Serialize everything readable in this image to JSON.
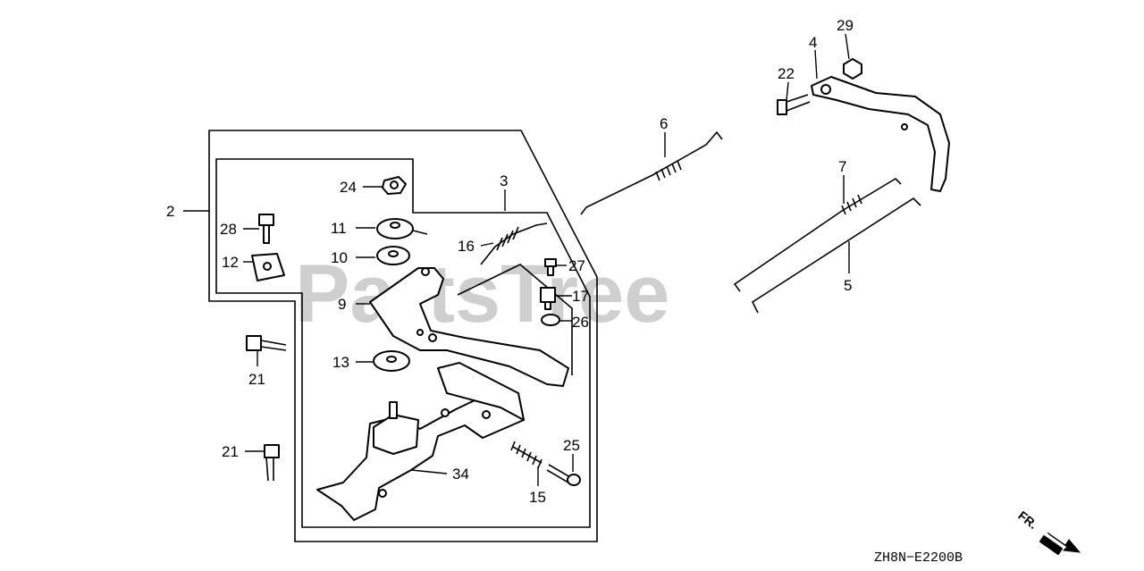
{
  "watermark": "PartsTree",
  "diagram_code": "ZH8N−E2200B",
  "front_indicator": "FR.",
  "callouts": {
    "c2": "2",
    "c3": "3",
    "c4": "4",
    "c5": "5",
    "c6": "6",
    "c7": "7",
    "c9": "9",
    "c10": "10",
    "c11": "11",
    "c12": "12",
    "c13": "13",
    "c15": "15",
    "c16": "16",
    "c17": "17",
    "c21a": "21",
    "c21b": "21",
    "c22": "22",
    "c24": "24",
    "c25": "25",
    "c26": "26",
    "c27": "27",
    "c28": "28",
    "c29": "29",
    "c34": "34"
  }
}
